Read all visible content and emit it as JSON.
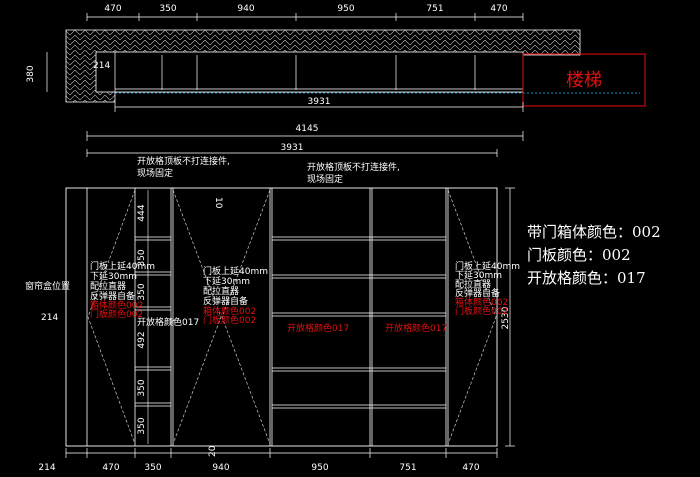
{
  "plan": {
    "top_dims": [
      "470",
      "350",
      "940",
      "950",
      "751",
      "470"
    ],
    "depth": "380",
    "side_dim": "214",
    "inner_total": "3931",
    "outer_total": "4145",
    "stair_label": "楼梯"
  },
  "elevation": {
    "top_total": "3931",
    "note_left": [
      "开放格顶板不打连接件,",
      "现场固定"
    ],
    "note_mid": [
      "开放格顶板不打连接件,",
      "现场固定"
    ],
    "curtain_box": "窗帘盒位置",
    "curtain_dim": "214",
    "height_dim": "2530",
    "shelf_dims": [
      "444",
      "350",
      "350",
      "492",
      "350",
      "350"
    ],
    "small_note": "开放格颜色017",
    "top_tick": "10",
    "bottom_tick": "20",
    "door_notes": [
      "门板上延40mm",
      "下延30mm",
      "配拉直器",
      "反弹器自备"
    ],
    "door_notes_right": [
      "门板上延40mm",
      "下延30mm",
      "配拉直器",
      "反弹器自备"
    ],
    "door_colors": [
      "箱体颜色002",
      "门板颜色002"
    ],
    "open_label_1": "开放格颜色017",
    "open_label_2": "开放格颜色017",
    "bottom_dims": [
      "214",
      "470",
      "350",
      "940",
      "950",
      "751",
      "470"
    ]
  },
  "legend": [
    "带门箱体颜色：002",
    "门板颜色：002",
    "开放格颜色：017"
  ],
  "colors": {
    "line": "#ffffff",
    "accent": "#e01010",
    "dash": "#00bfff",
    "background": "#000000"
  }
}
